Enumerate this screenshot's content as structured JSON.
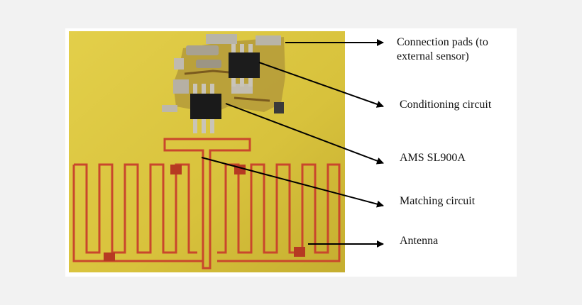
{
  "labels": {
    "connection_pads_line1": "Connection pads (to",
    "connection_pads_line2": "external sensor)",
    "conditioning": "Conditioning circuit",
    "chip": "AMS SL900A",
    "matching": "Matching circuit",
    "antenna": "Antenna"
  },
  "colors": {
    "board": "#dcc63f",
    "board_shadow": "#b9a62c",
    "trace": "#c9472c",
    "trace_dark": "#9a2a1a",
    "chip_body": "#1e1e1e",
    "solder": "#b9b2a4",
    "arrow": "#000000",
    "backdrop": "#f2f2f2"
  }
}
